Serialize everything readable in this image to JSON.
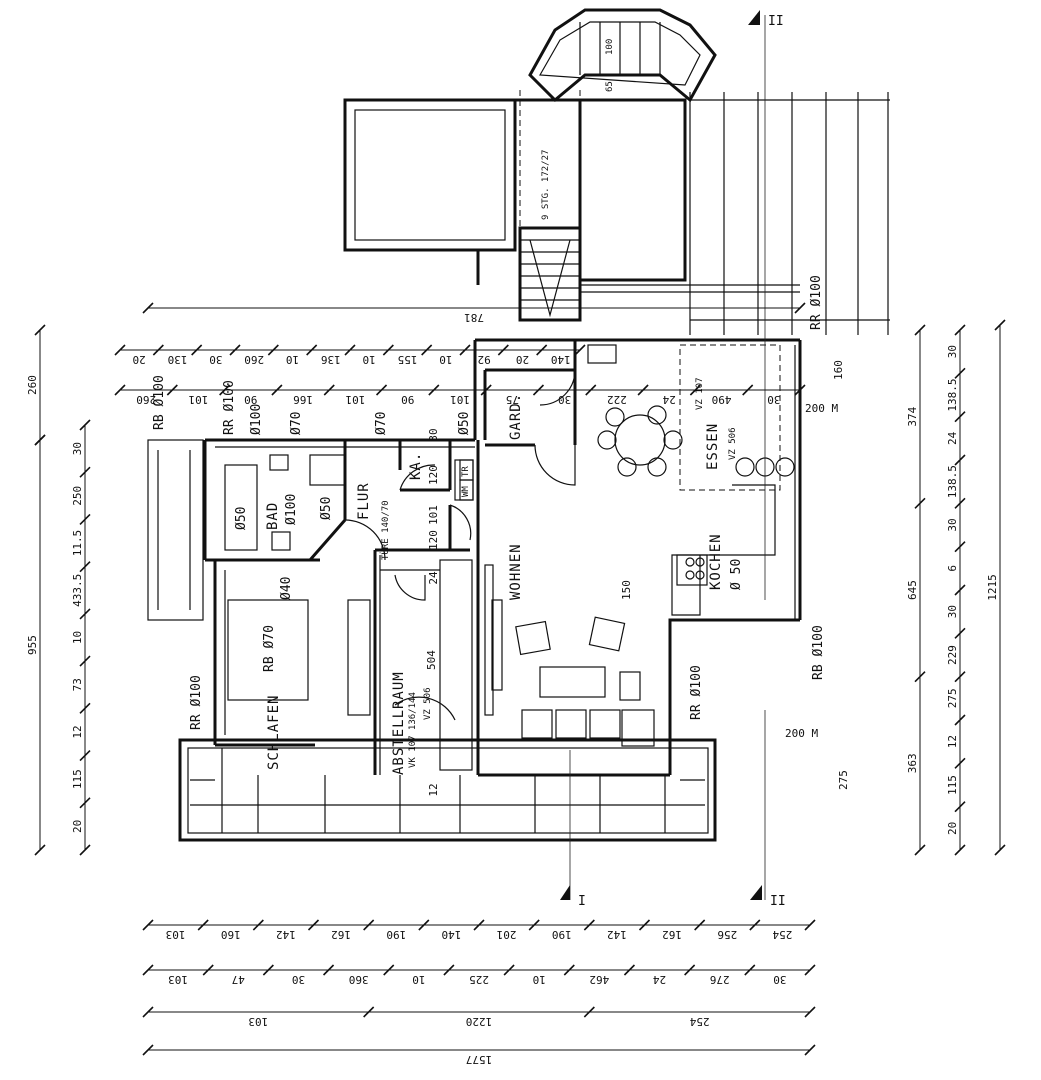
{
  "rooms": {
    "wohnen": "WOHNEN",
    "essen": "ESSEN",
    "kochen": "KOCHEN",
    "bad": "BAD",
    "flur": "FLUR",
    "schlafen": "SCHLAFEN",
    "abstellraum": "ABSTELLRAUM",
    "gard": "GARD.",
    "ka": "KA."
  },
  "stair": {
    "label": "9 STG. 172/27",
    "w1": "100",
    "w2": "65"
  },
  "sections": {
    "s1": "I",
    "s2": "II"
  },
  "fixtures": {
    "wm": "WM",
    "tr": "TR",
    "tuere": "TÜRE 140/70",
    "vz1": "VZ 107",
    "vz2": "VZ 506",
    "vz3": "VZ 506",
    "vk": "VK 107 136/144"
  },
  "pipes": {
    "rb100_top": "RB Ø100",
    "rr100_top": "RR Ø100",
    "rr100_tr": "RR Ø100",
    "o100a": "Ø100",
    "o70a": "Ø70",
    "o70b": "Ø70",
    "o50a": "Ø50",
    "bad_o50": "Ø50",
    "bad_o100": "Ø100",
    "flur_o50": "Ø50",
    "o40": "Ø40",
    "rb70": "RB Ø70",
    "rr100_left": "RR Ø100",
    "rr100_mid": "RR Ø100",
    "koch_o50": "Ø 50",
    "rb100_right": "RB Ø100",
    "m200a": "200 M",
    "m200b": "200 M"
  },
  "dims_top": {
    "total": "781",
    "row1": [
      "20",
      "130",
      "30",
      "260",
      "10",
      "136",
      "10",
      "155",
      "10",
      "92",
      "20",
      "140"
    ],
    "row2": [
      "260",
      "101",
      "90",
      "166",
      "101",
      "90",
      "101",
      "75",
      "30",
      "222",
      "24",
      "490",
      "30"
    ]
  },
  "dims_inner": {
    "v120a": "120",
    "v101": "101",
    "v120b": "120",
    "v24": "24",
    "v150": "150",
    "v504": "504",
    "v12": "12",
    "v160": "160",
    "v275c": "275",
    "v30": "30"
  },
  "dims_left": {
    "outer": [
      "260",
      "955"
    ],
    "inner": [
      "30",
      "250",
      "11.5",
      "433.5",
      "10",
      "73",
      "12",
      "115",
      "20"
    ]
  },
  "dims_right": {
    "outer": [
      "1215"
    ],
    "mid": [
      "374",
      "645",
      "363"
    ],
    "inner": [
      "30",
      "138.5",
      "24",
      "138.5",
      "30",
      "6",
      "30",
      "229",
      "275",
      "12",
      "115",
      "20"
    ]
  },
  "dims_bottom": {
    "row1": [
      "103",
      "160",
      "142",
      "162",
      "190",
      "140",
      "201",
      "190",
      "142",
      "162",
      "256",
      "254"
    ],
    "row2": [
      "103",
      "47",
      "30",
      "360",
      "10",
      "225",
      "10",
      "462",
      "24",
      "276",
      "30"
    ],
    "row3": [
      "103",
      "1220",
      "254"
    ],
    "total": "1577"
  }
}
